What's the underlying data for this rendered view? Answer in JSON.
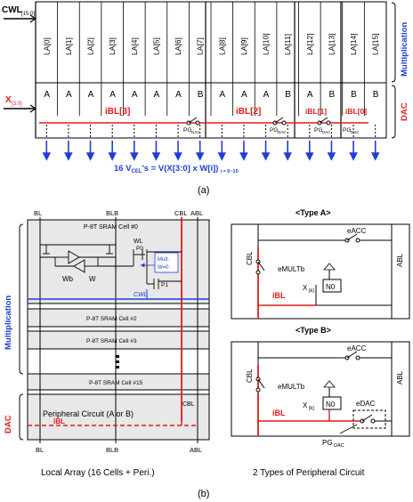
{
  "panel_a": {
    "cwl_label": "CWL",
    "cwl_sub": "[15:0]",
    "x_label": "X",
    "x_sub": "[3:0]",
    "la_labels": [
      "LA[0]",
      "LA[1]",
      "LA[2]",
      "LA[3]",
      "LA[4]",
      "LA[5]",
      "LA[6]",
      "LA[7]",
      "LA[8]",
      "LA[9]",
      "LA[10]",
      "LA[11]",
      "LA[12]",
      "LA[13]",
      "LA[14]",
      "LA[15]"
    ],
    "type_labels": [
      "A",
      "A",
      "A",
      "A",
      "A",
      "A",
      "A",
      "B",
      "A",
      "A",
      "A",
      "B",
      "A",
      "B",
      "B",
      "B"
    ],
    "ibl_labels": [
      "iBL[3]",
      "iBL[2]",
      "iBL[1]",
      "iBL[0]"
    ],
    "pg_label": "PG",
    "pg_sub": "DAC",
    "side_mult": "Multiplication",
    "side_dac": "DAC",
    "vcel_main": "16 V",
    "vcel_sub": "CEL",
    "vcel_rest": "'s = V(X[3:0] x W[i])",
    "vcel_idx": "i = 0~15",
    "caption": "(a)"
  },
  "panel_b": {
    "side_mult": "Multiplication",
    "side_dac": "DAC",
    "col_labels_top": [
      "BL",
      "BLB",
      "CBL",
      "ABL"
    ],
    "col_labels_bottom": [
      "BL",
      "BLB",
      "ABL"
    ],
    "cell0": "P-8T SRAM Cell #0",
    "cell2": "P-8T SRAM Cell #2",
    "cell3": "P-8T SRAM Cell #3",
    "cell15": "P-8T SRAM Cell #15",
    "wl": "WL",
    "wb": "Wb",
    "w": "W",
    "p0": "P0",
    "p1": "P1",
    "mult_note": "Mult.",
    "w_eq": "W=0",
    "cwl": "CWL",
    "periph": "Peripheral Circuit (A or B)",
    "cbl": "CBL",
    "ibl": "iBL",
    "local_caption": "Local Array (16 Cells + Peri.)",
    "type_a_title": "<Type A>",
    "type_b_title": "<Type B>",
    "eacc": "eACC",
    "emultb": "eMULTb",
    "xk": "X",
    "xk_sub": "[k]",
    "n0": "N0",
    "edac": "eDAC",
    "pgdac": "PG",
    "pgdac_sub": "DAC",
    "periph_caption": "2 Types of Peripheral Circuit",
    "caption": "(b)"
  },
  "colors": {
    "blue": "#1d3fd8",
    "red": "#e21b1b",
    "cell_fill": "#e8e8e8"
  }
}
